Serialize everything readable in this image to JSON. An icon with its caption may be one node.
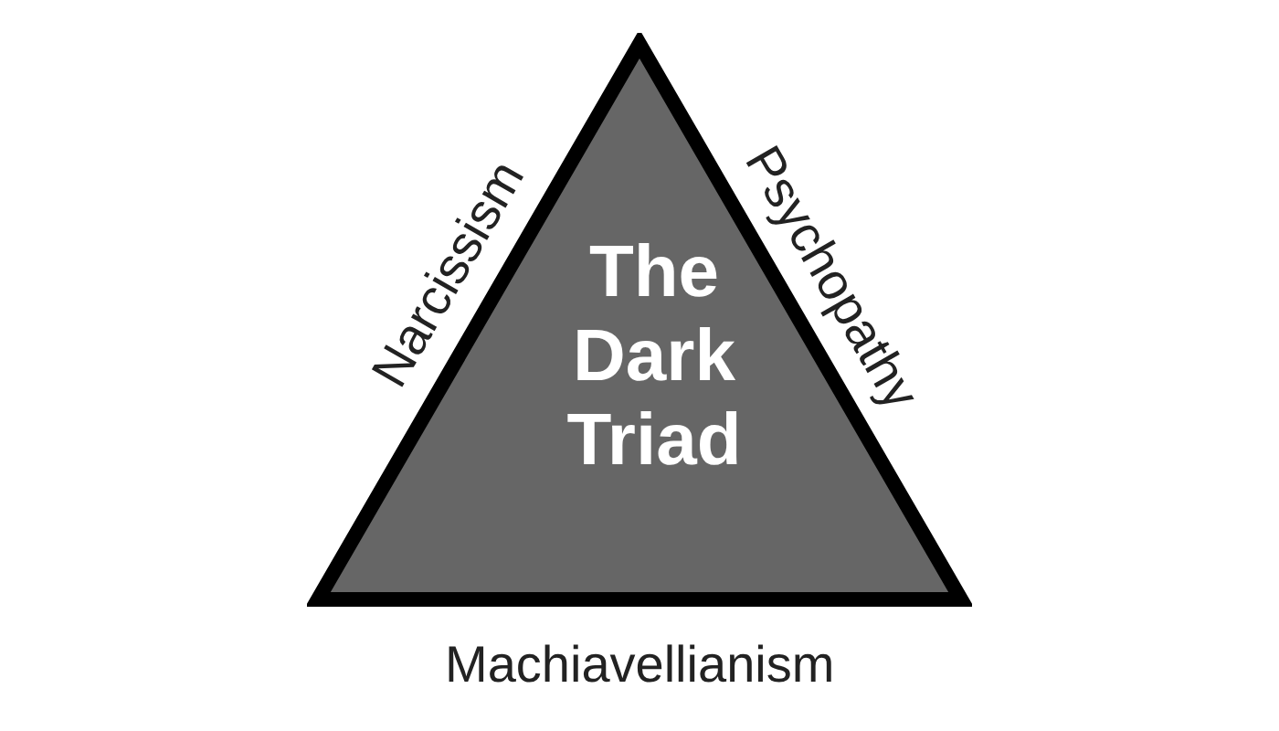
{
  "diagram": {
    "nodes": [
      {
        "text": [
          "The Dark Triad"
        ]
      }
    ],
    "labels": [
      "Narcissism",
      "Psychopathy",
      "Machiavellianism"
    ]
  }
}
